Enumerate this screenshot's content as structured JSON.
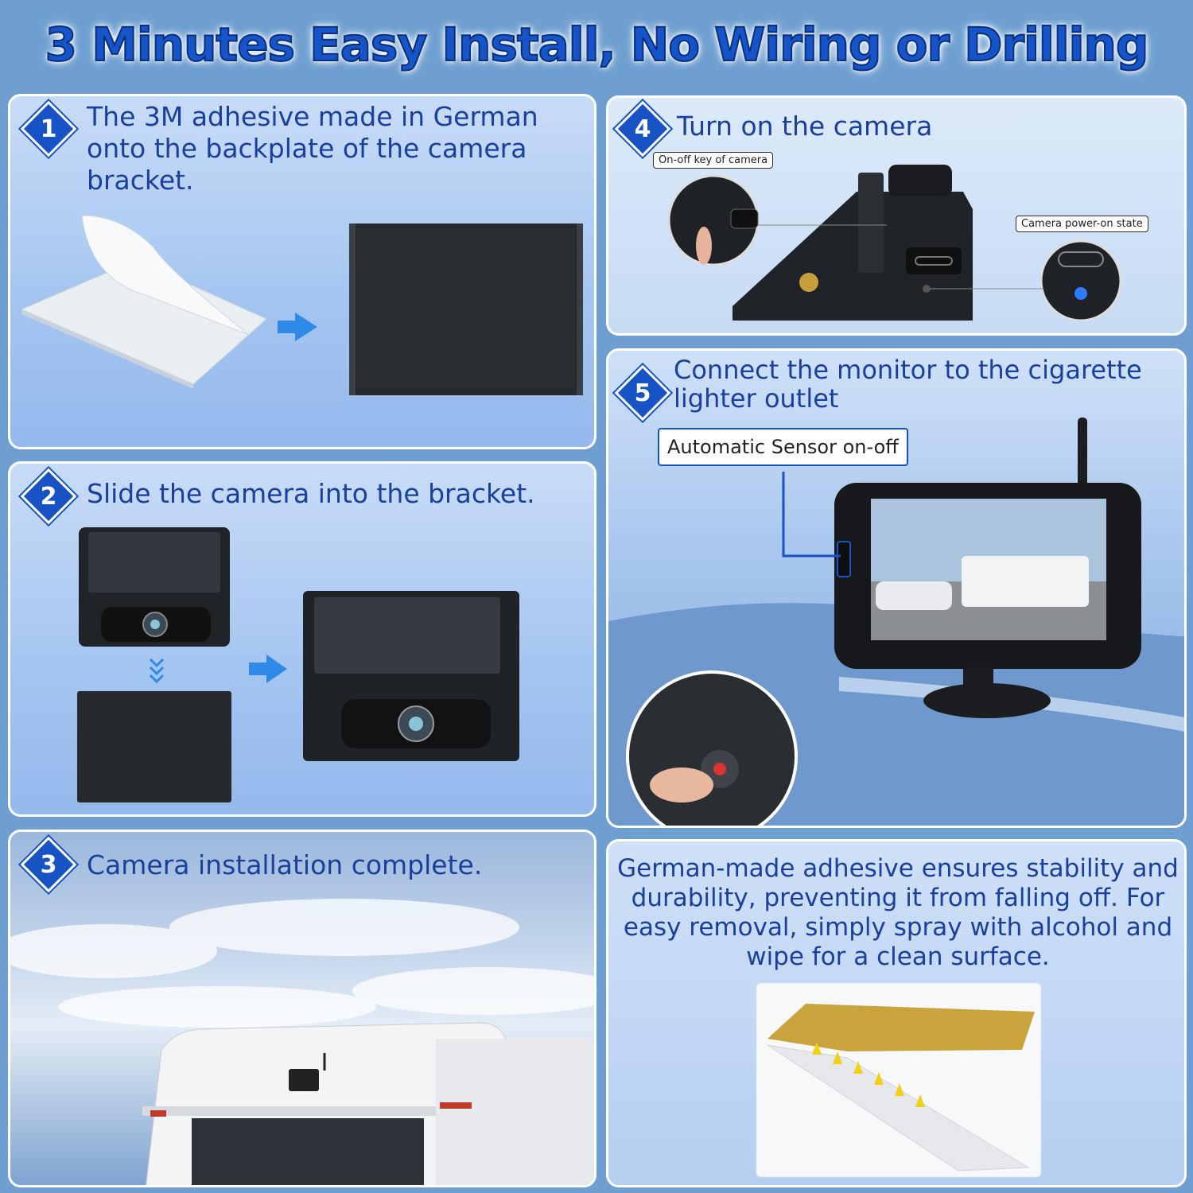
{
  "headline": "3 Minutes Easy Install, No Wiring or Drilling",
  "colors": {
    "accent_blue": "#1753c4",
    "text_blue": "#1a3f9c",
    "background": "#6e9fd0"
  },
  "steps": [
    {
      "number": "1",
      "text_lines": [
        "The 3M adhesive made in German",
        "onto the backplate of the camera",
        "bracket."
      ],
      "arrow_icon": "arrow-right-icon"
    },
    {
      "number": "2",
      "text": "Slide the camera into the bracket.",
      "arrow_icon": "arrow-right-icon"
    },
    {
      "number": "3",
      "text": "Camera installation complete."
    },
    {
      "number": "4",
      "text": "Turn on the camera",
      "labels": {
        "onoff_key": "On-off key of camera",
        "power_state": "Camera power-on state"
      }
    },
    {
      "number": "5",
      "text_lines": [
        "Connect the monitor to the cigarette",
        "lighter outlet"
      ],
      "labels": {
        "auto_sensor": "Automatic Sensor on-off"
      }
    }
  ],
  "adhesive_note": {
    "lines": [
      "German-made adhesive ensures stability and",
      "durability, preventing it from falling off. For",
      "easy removal, simply spray with alcohol and",
      "wipe for a clean surface."
    ]
  }
}
